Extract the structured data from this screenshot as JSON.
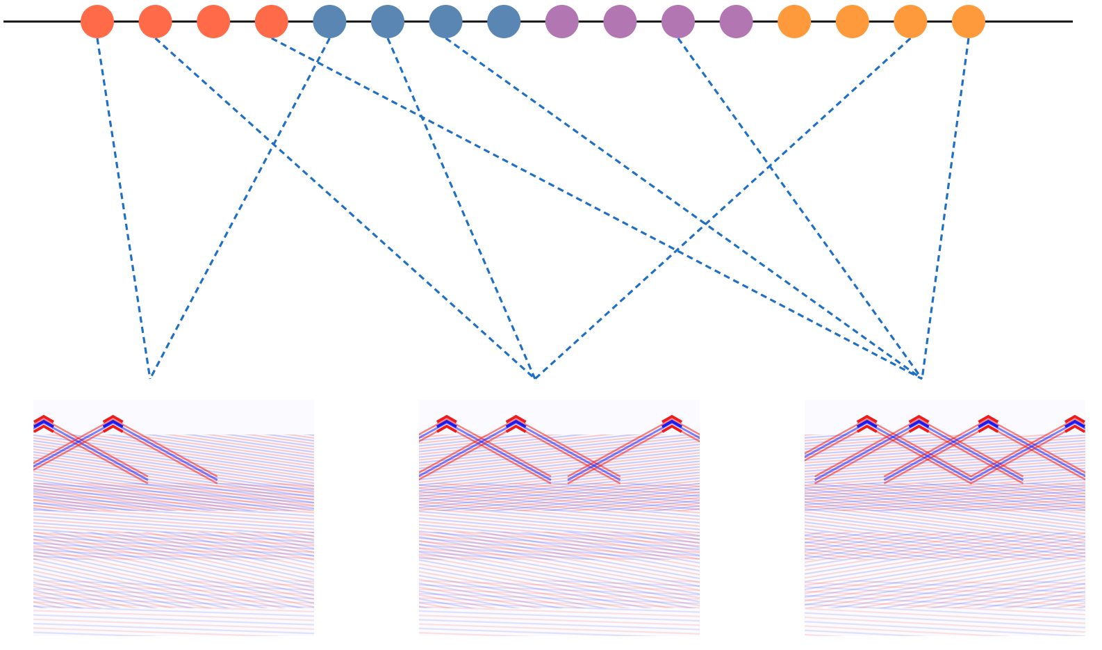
{
  "colors": {
    "background": "#ffffff",
    "baseline": "#111111",
    "connector": "#1f6fc5",
    "wave_positive": "#ee1c1c",
    "wave_negative": "#1c1cee",
    "groups": [
      "#ff6a48",
      "#5a86b3",
      "#b276b2",
      "#ff9a3c"
    ]
  },
  "sources": [
    {
      "group": 0
    },
    {
      "group": 0
    },
    {
      "group": 0
    },
    {
      "group": 0
    },
    {
      "group": 1
    },
    {
      "group": 1
    },
    {
      "group": 1
    },
    {
      "group": 1
    },
    {
      "group": 2
    },
    {
      "group": 2
    },
    {
      "group": 2
    },
    {
      "group": 2
    },
    {
      "group": 3
    },
    {
      "group": 3
    },
    {
      "group": 3
    },
    {
      "group": 3
    }
  ],
  "gathers": [
    {
      "sources": [
        0,
        4
      ]
    },
    {
      "sources": [
        1,
        5,
        14
      ]
    },
    {
      "sources": [
        3,
        6,
        10,
        15
      ]
    }
  ],
  "connector_style": "dashed"
}
